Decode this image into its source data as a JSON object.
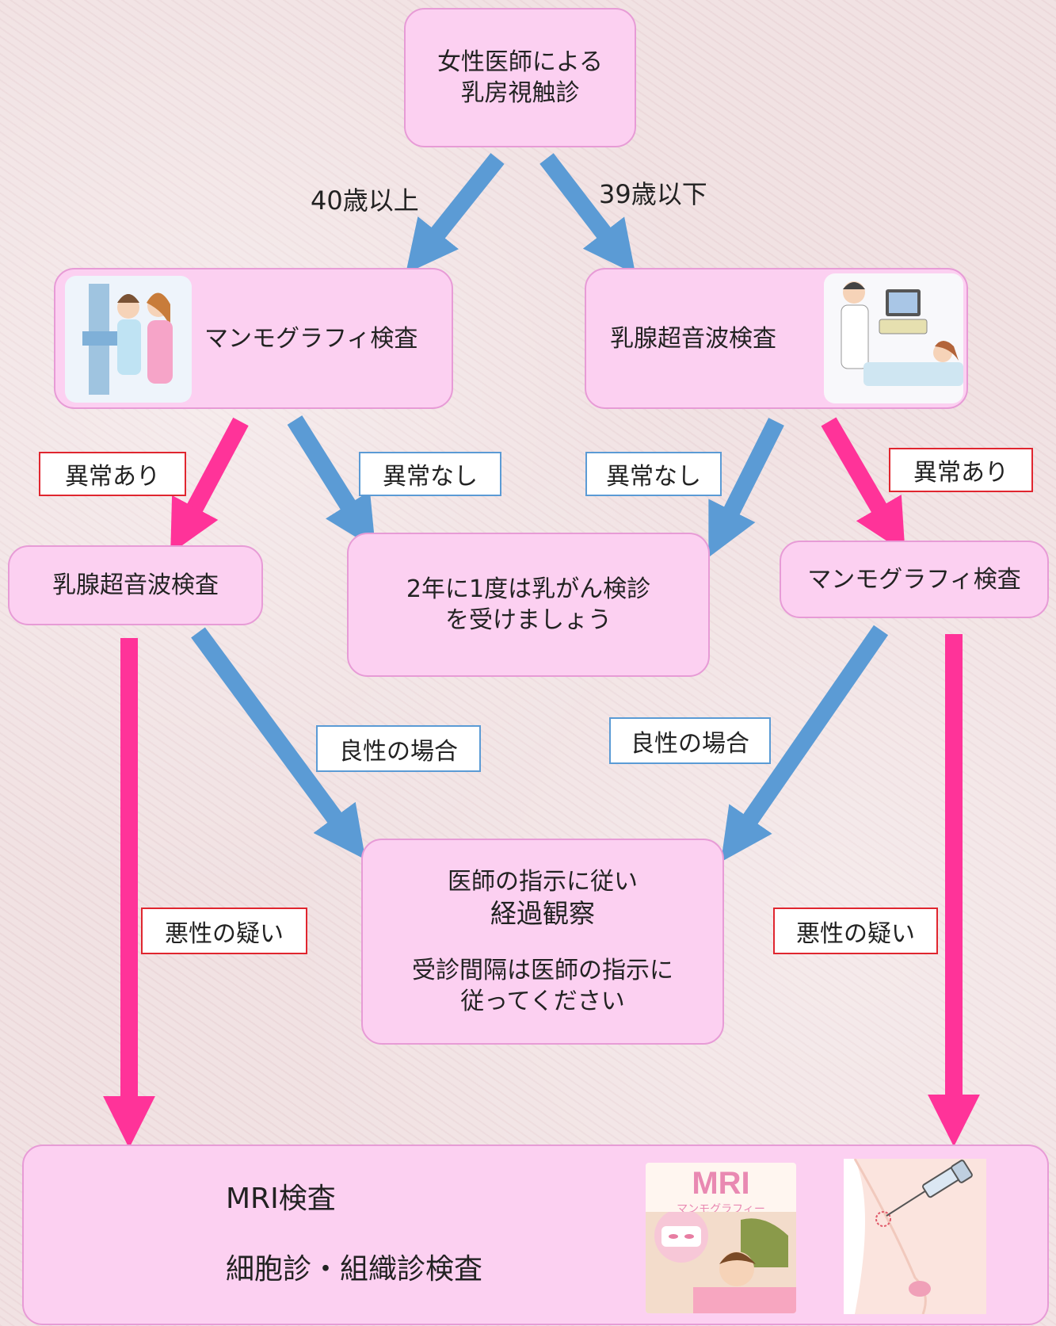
{
  "colors": {
    "node_fill": "#fcd0f1",
    "node_border": "#e79bd6",
    "blue_arrow": "#5b9bd5",
    "pink_arrow": "#ff3399",
    "red_tag": "#e0262f",
    "blue_tag": "#5b9bd5"
  },
  "nodes": {
    "start": [
      "女性医師による",
      "乳房視触診"
    ],
    "mammo_top": "マンモグラフィ検査",
    "us_top": "乳腺超音波検査",
    "us_left": "乳腺超音波検査",
    "biennial": [
      "2年に1度は乳がん検診",
      "を受けましょう"
    ],
    "mammo_right": "マンモグラフィ検査",
    "followup": {
      "line1": "医師の指示に従い",
      "line2": "経過観察",
      "line3": "受診間隔は医師の指示に",
      "line4": "従ってください"
    },
    "final": {
      "line1": "MRI検査",
      "line2": "細胞診・組織診検査"
    }
  },
  "labels": {
    "age_40_over": "40歳以上",
    "age_39_under": "39歳以下",
    "abnormal_left": "異常あり",
    "normal_left": "異常なし",
    "normal_right": "異常なし",
    "abnormal_right": "異常あり",
    "benign_left": "良性の場合",
    "benign_right": "良性の場合",
    "malignant_left": "悪性の疑い",
    "malignant_right": "悪性の疑い"
  },
  "illustrations": {
    "mri_title": "MRI",
    "mri_subtitle": "マンモグラフィー"
  }
}
